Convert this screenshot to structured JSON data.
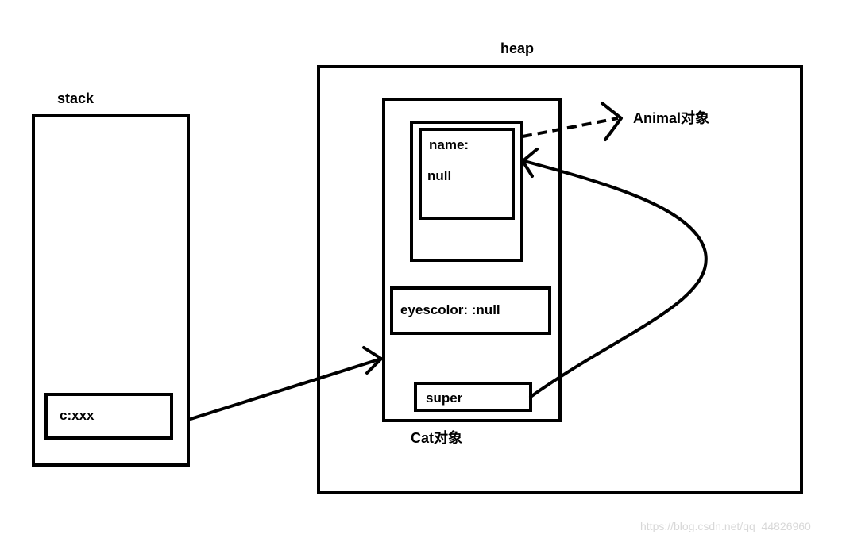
{
  "colors": {
    "ink": "#000000",
    "background": "#ffffff",
    "watermark": "#d8d8d8"
  },
  "stack": {
    "label": "stack",
    "ref_cell": "c:xxx"
  },
  "heap": {
    "label": "heap",
    "cat_object": {
      "label": "Cat对象",
      "super_parent": {
        "name_field": "name:",
        "name_value": "null"
      },
      "eyescolor_field": "eyescolor: :null",
      "super_field": "super"
    },
    "animal_object_label": "Animal对象"
  },
  "watermark": "https://blog.csdn.net/qq_44826960"
}
